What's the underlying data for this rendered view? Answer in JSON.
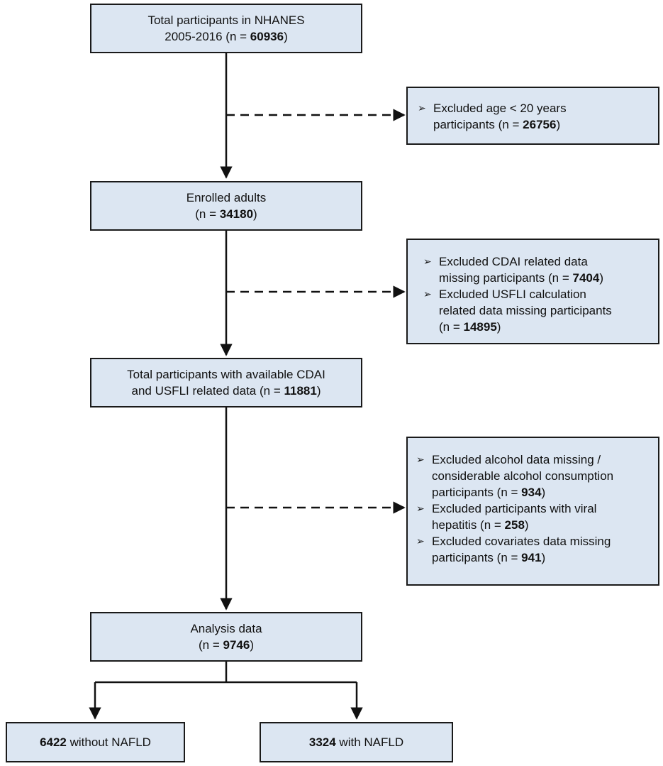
{
  "boxes": {
    "total": {
      "line1": "Total participants in NHANES",
      "line2_pre": "2005-2016 (n = ",
      "count": "60936",
      "line2_post": ")"
    },
    "enrolled": {
      "line1": "Enrolled adults",
      "line2_pre": "(n = ",
      "count": "34180",
      "line2_post": ")"
    },
    "available": {
      "line1": "Total participants with available CDAI",
      "line2_pre": "and USFLI related data (n = ",
      "count": "11881",
      "line2_post": ")"
    },
    "analysis": {
      "line1": "Analysis data",
      "line2_pre": "(n = ",
      "count": "9746",
      "line2_post": ")"
    },
    "without": {
      "count": "6422",
      "text": " without NAFLD"
    },
    "with": {
      "count": "3324",
      "text": " with NAFLD"
    }
  },
  "exclusions": {
    "first": [
      {
        "lines": [
          "Excluded age < 20 years"
        ],
        "last_pre": "participants (n = ",
        "count": "26756",
        "last_post": ")"
      }
    ],
    "second": [
      {
        "lines": [
          "Excluded CDAI related data"
        ],
        "last_pre": "missing participants (n = ",
        "count": "7404",
        "last_post": ")"
      },
      {
        "lines": [
          "Excluded USFLI calculation",
          "related data missing participants"
        ],
        "last_pre": "(n = ",
        "count": "14895",
        "last_post": ")"
      }
    ],
    "third": [
      {
        "lines": [
          "Excluded alcohol data missing /",
          "considerable alcohol consumption"
        ],
        "last_pre": "participants (n = ",
        "count": "934",
        "last_post": ")"
      },
      {
        "lines": [
          "Excluded participants with viral"
        ],
        "last_pre": "hepatitis (n = ",
        "count": "258",
        "last_post": ")"
      },
      {
        "lines": [
          "Excluded covariates data missing"
        ],
        "last_pre": "participants (n = ",
        "count": "941",
        "last_post": ")"
      }
    ]
  },
  "bullet_glyph": "➢",
  "colors": {
    "box_fill": "#dce6f2",
    "border": "#1a1a1a"
  }
}
